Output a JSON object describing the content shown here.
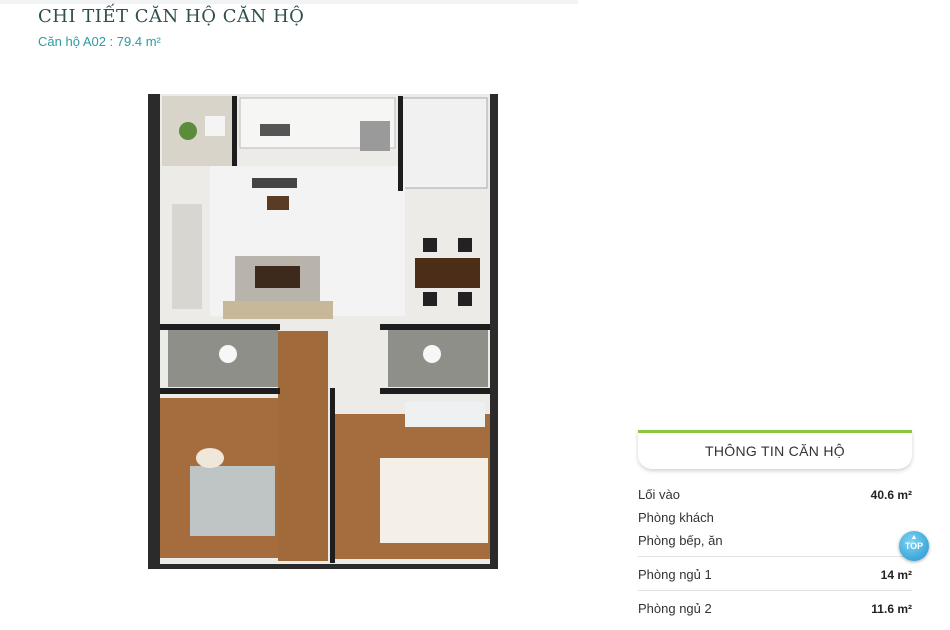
{
  "header": {
    "title": "CHI TIẾT CĂN HỘ CĂN HỘ",
    "subtitle": "Căn hộ A02 : 79.4 m²"
  },
  "floor_plan": {
    "alt": "Mặt bằng căn hộ A02"
  },
  "info_panel": {
    "title": "THÔNG TIN CĂN HỘ",
    "groups": [
      {
        "rows": [
          {
            "label": "Lối vào",
            "value": "40.6 m²"
          },
          {
            "label": "Phòng khách",
            "value": ""
          },
          {
            "label": "Phòng bếp, ăn",
            "value": ""
          }
        ]
      },
      {
        "rows": [
          {
            "label": "Phòng ngủ 1",
            "value": "14 m²"
          }
        ]
      },
      {
        "rows": [
          {
            "label": "Phòng ngủ 2",
            "value": "11.6 m²"
          }
        ]
      }
    ]
  },
  "top_button": {
    "label": "TOP",
    "icon": "chevron-up-icon"
  },
  "colors": {
    "accent_green": "#8cc63f",
    "subtitle_teal": "#2f9aa2",
    "top_blue": "#1f95cf"
  }
}
